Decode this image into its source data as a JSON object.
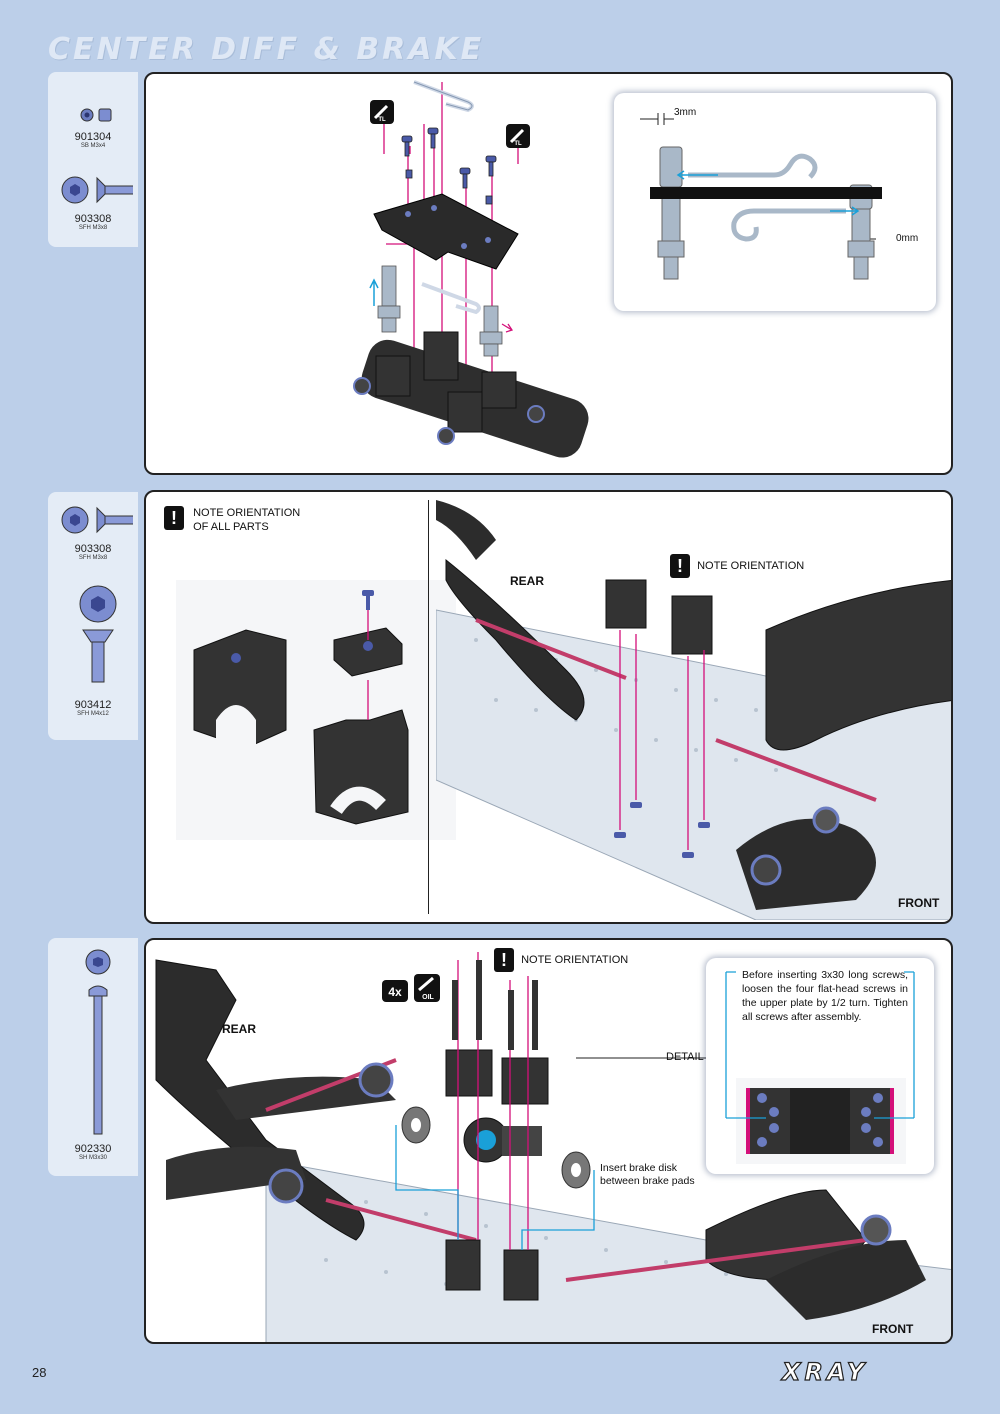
{
  "page": {
    "title": "CENTER DIFF & BRAKE",
    "page_number": "28",
    "logo_text": "XRAY"
  },
  "colors": {
    "background": "#bccfe9",
    "panel": "#ffffff",
    "parts_column": "#e4ecf6",
    "guide_pink": "#d4107a",
    "guide_cyan": "#1aa0d8",
    "screw_blue": "#4a5aa8"
  },
  "step1": {
    "parts": [
      {
        "code": "901304",
        "desc": "SB M3x4",
        "icon": "set-screw-icon"
      },
      {
        "code": "903308",
        "desc": "SFH M3x8",
        "icon": "flat-head-screw-icon"
      }
    ],
    "badges": [
      "TL",
      "TL"
    ],
    "detail": {
      "top_dim": "3mm",
      "bottom_dim": "0mm"
    }
  },
  "step2": {
    "parts": [
      {
        "code": "903308",
        "desc": "SFH M3x8",
        "icon": "flat-head-screw-icon"
      },
      {
        "code": "903412",
        "desc": "SFH M4x12",
        "icon": "flat-head-screw-icon"
      }
    ],
    "note_left_line1": "NOTE ORIENTATION",
    "note_left_line2": "OF ALL PARTS",
    "note_right": "NOTE ORIENTATION",
    "rear": "REAR",
    "front": "FRONT"
  },
  "step3": {
    "parts": [
      {
        "code": "902330",
        "desc": "SH M3x30",
        "icon": "button-head-screw-icon"
      }
    ],
    "note": "NOTE ORIENTATION",
    "qty_badge": "4x",
    "oil_badge": "OIL",
    "detail_label": "DETAIL",
    "detail_text": "Before inserting 3x30 long screws, loosen the four flat-head screws in the upper plate by 1/2 turn. Tighten all screws after assembly.",
    "brake_note": "Insert brake disk between brake pads",
    "rear": "REAR",
    "front": "FRONT"
  }
}
